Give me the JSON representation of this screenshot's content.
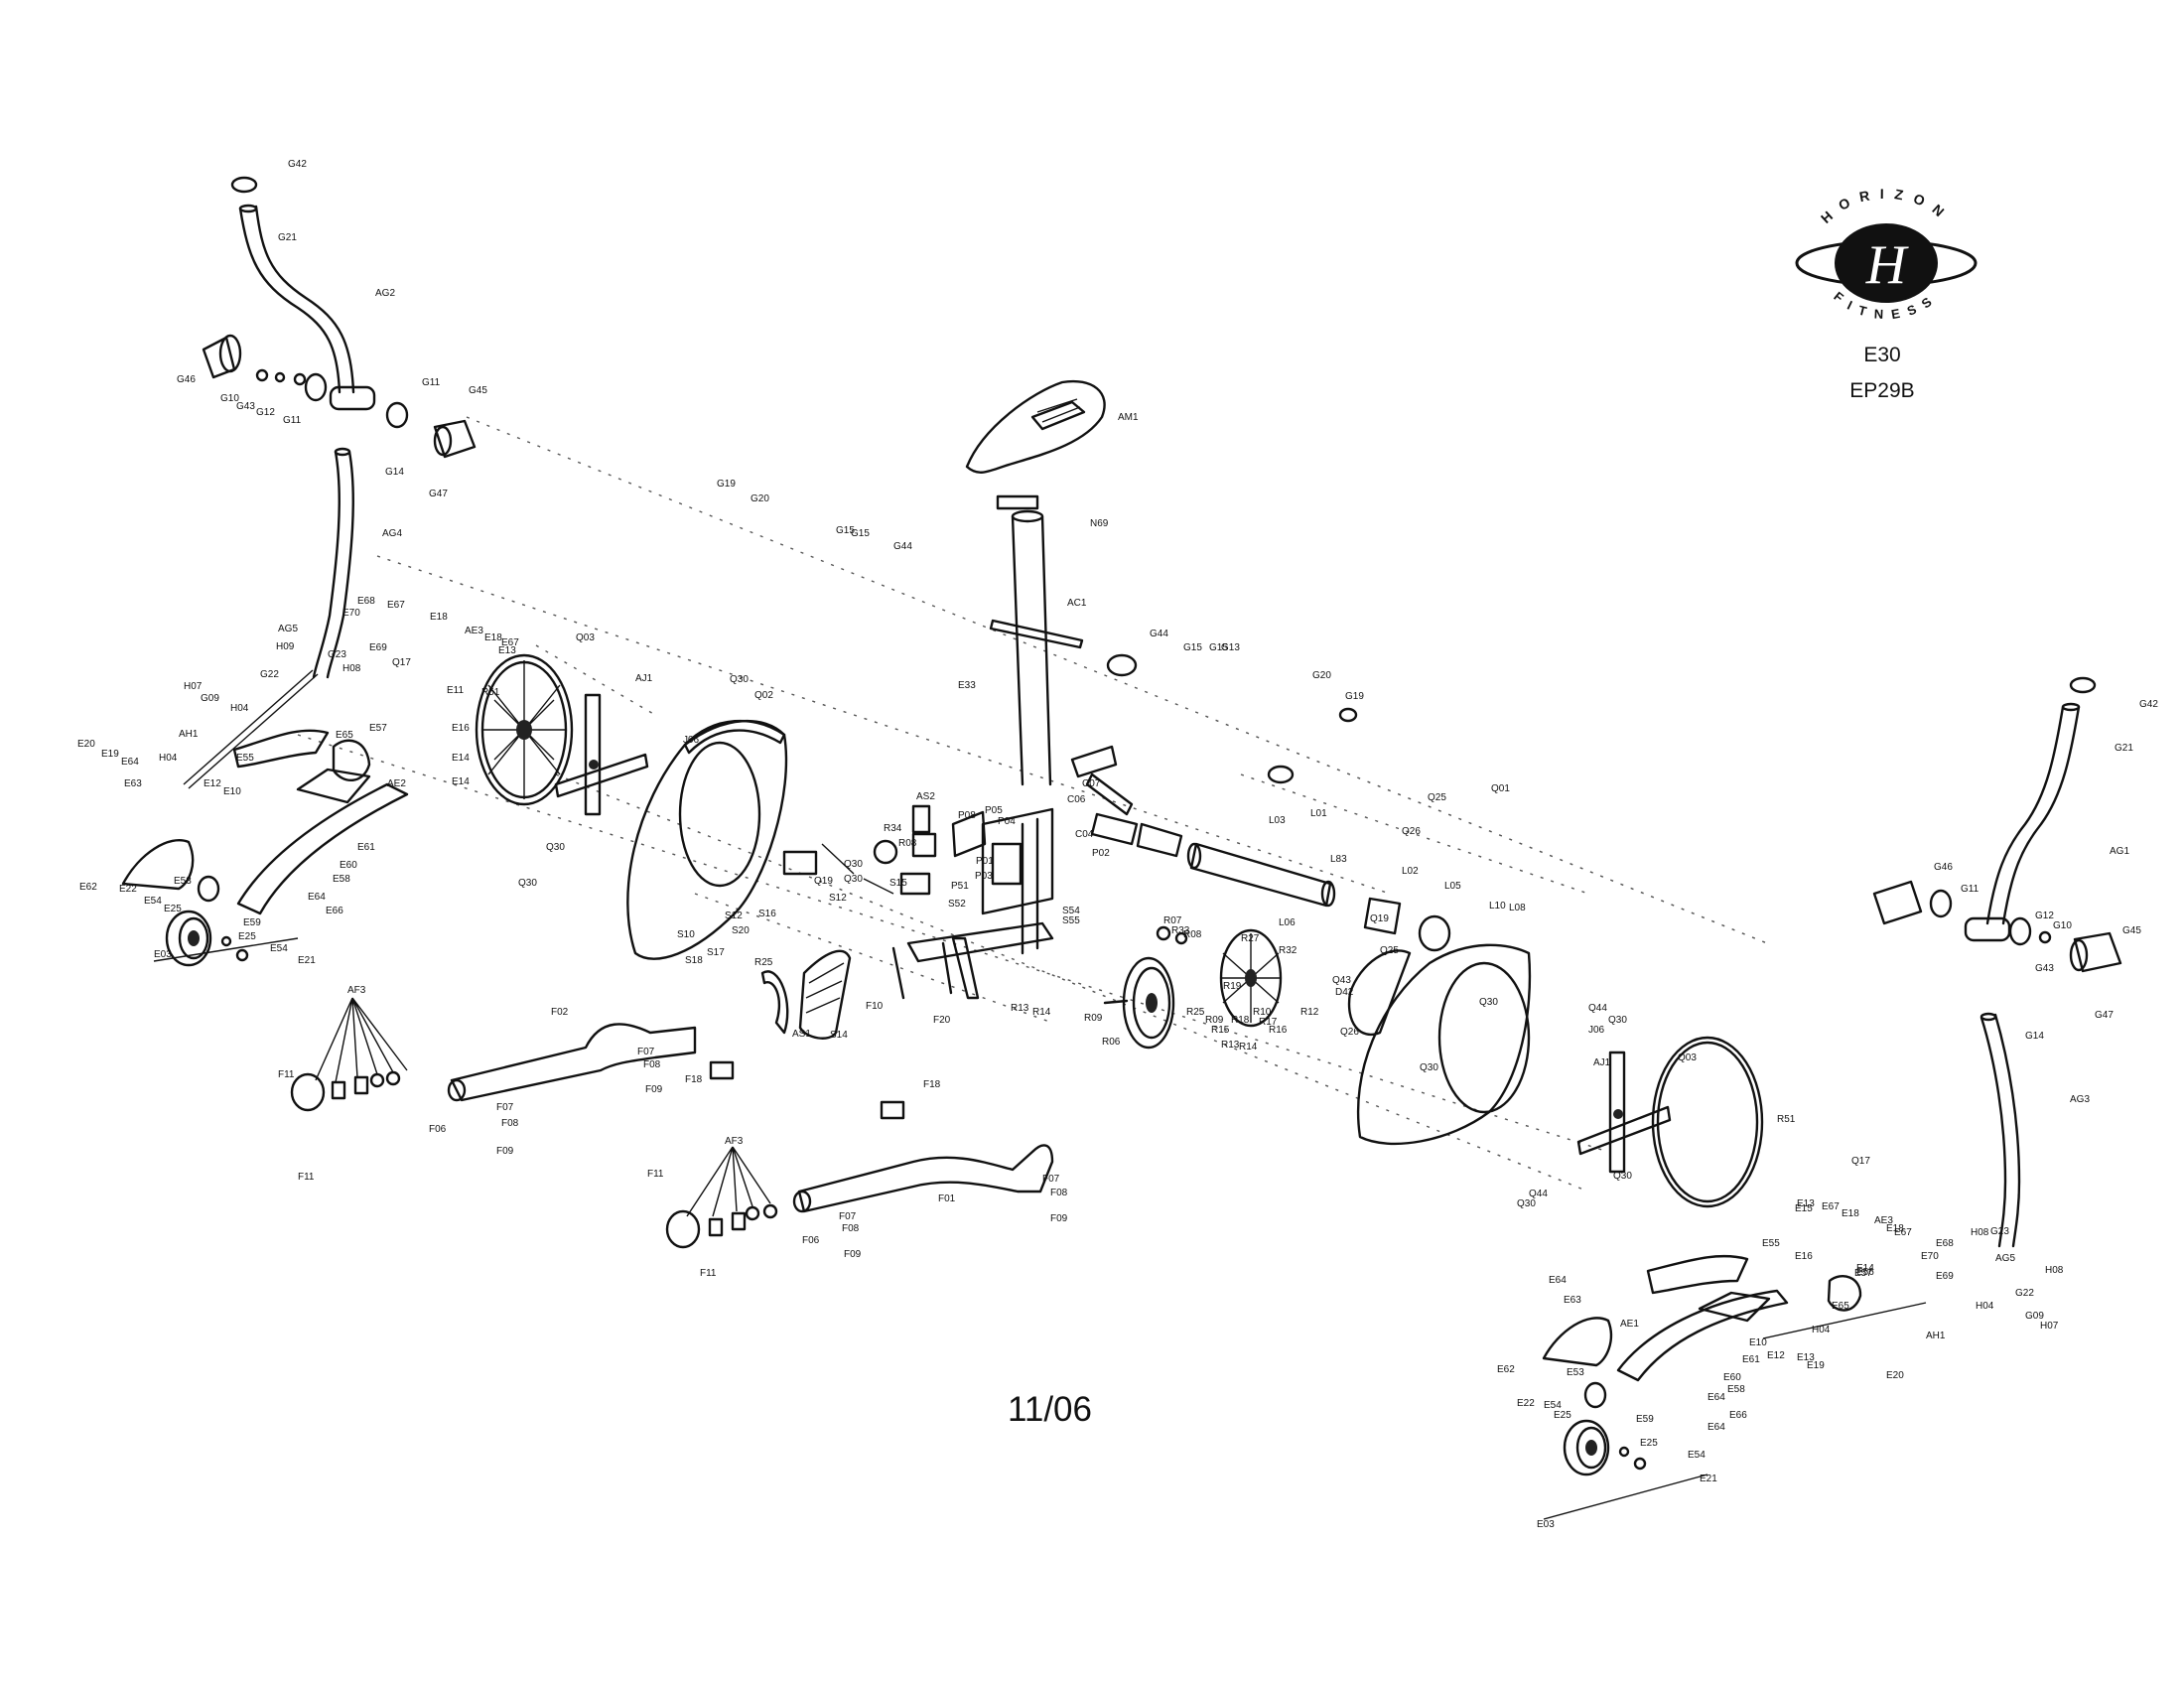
{
  "brand": {
    "top_text": "HORIZON",
    "bottom_text": "FITNESS",
    "monogram": "H"
  },
  "model": {
    "line1": "E30",
    "line2": "EP29B"
  },
  "date": "11/06",
  "part_labels": [
    "G42",
    "G21",
    "AG2",
    "G46",
    "G10",
    "G43",
    "G12",
    "G11",
    "G45",
    "G14",
    "G47",
    "AG4",
    "E68",
    "E70",
    "E69",
    "E67",
    "E18",
    "AE3",
    "E13",
    "AG5",
    "H09",
    "H08",
    "G23",
    "G22",
    "G09",
    "H07",
    "H04",
    "AH1",
    "E65",
    "E57",
    "E20",
    "E19",
    "E64",
    "E63",
    "E55",
    "E12",
    "E10",
    "AE2",
    "E61",
    "E62",
    "E22",
    "E54",
    "E53",
    "E25",
    "E59",
    "E58",
    "E66",
    "E60",
    "E03",
    "E21",
    "E14",
    "E16",
    "R51",
    "E11",
    "Q17",
    "Q03",
    "AJ1",
    "J06",
    "Q30",
    "Q02",
    "G19",
    "G20",
    "G15",
    "G44",
    "AM1",
    "N69",
    "AC1",
    "E33",
    "Q25",
    "Q26",
    "Q01",
    "AS2",
    "AS1",
    "P08",
    "P05",
    "P04",
    "P01",
    "P03",
    "P51",
    "P02",
    "S15",
    "S12",
    "S16",
    "S10",
    "S14",
    "S17",
    "S18",
    "S20",
    "C07",
    "C06",
    "C04",
    "L03",
    "L01",
    "L83",
    "L02",
    "L05",
    "L10",
    "L08",
    "L06",
    "Q19",
    "R34",
    "R06",
    "R07",
    "R08",
    "R09",
    "R10",
    "R12",
    "R13",
    "R14",
    "R15",
    "R16",
    "R17",
    "R18",
    "R19",
    "R25",
    "R27",
    "R32",
    "R33",
    "S54",
    "S55",
    "S52",
    "F01",
    "F02",
    "F06",
    "F07",
    "F08",
    "F09",
    "F10",
    "F11",
    "F18",
    "AF3",
    "E56",
    "D42",
    "Q43",
    "Q44",
    "AG3",
    "AG1",
    "AE1",
    "E15",
    "F20",
    "G13"
  ]
}
